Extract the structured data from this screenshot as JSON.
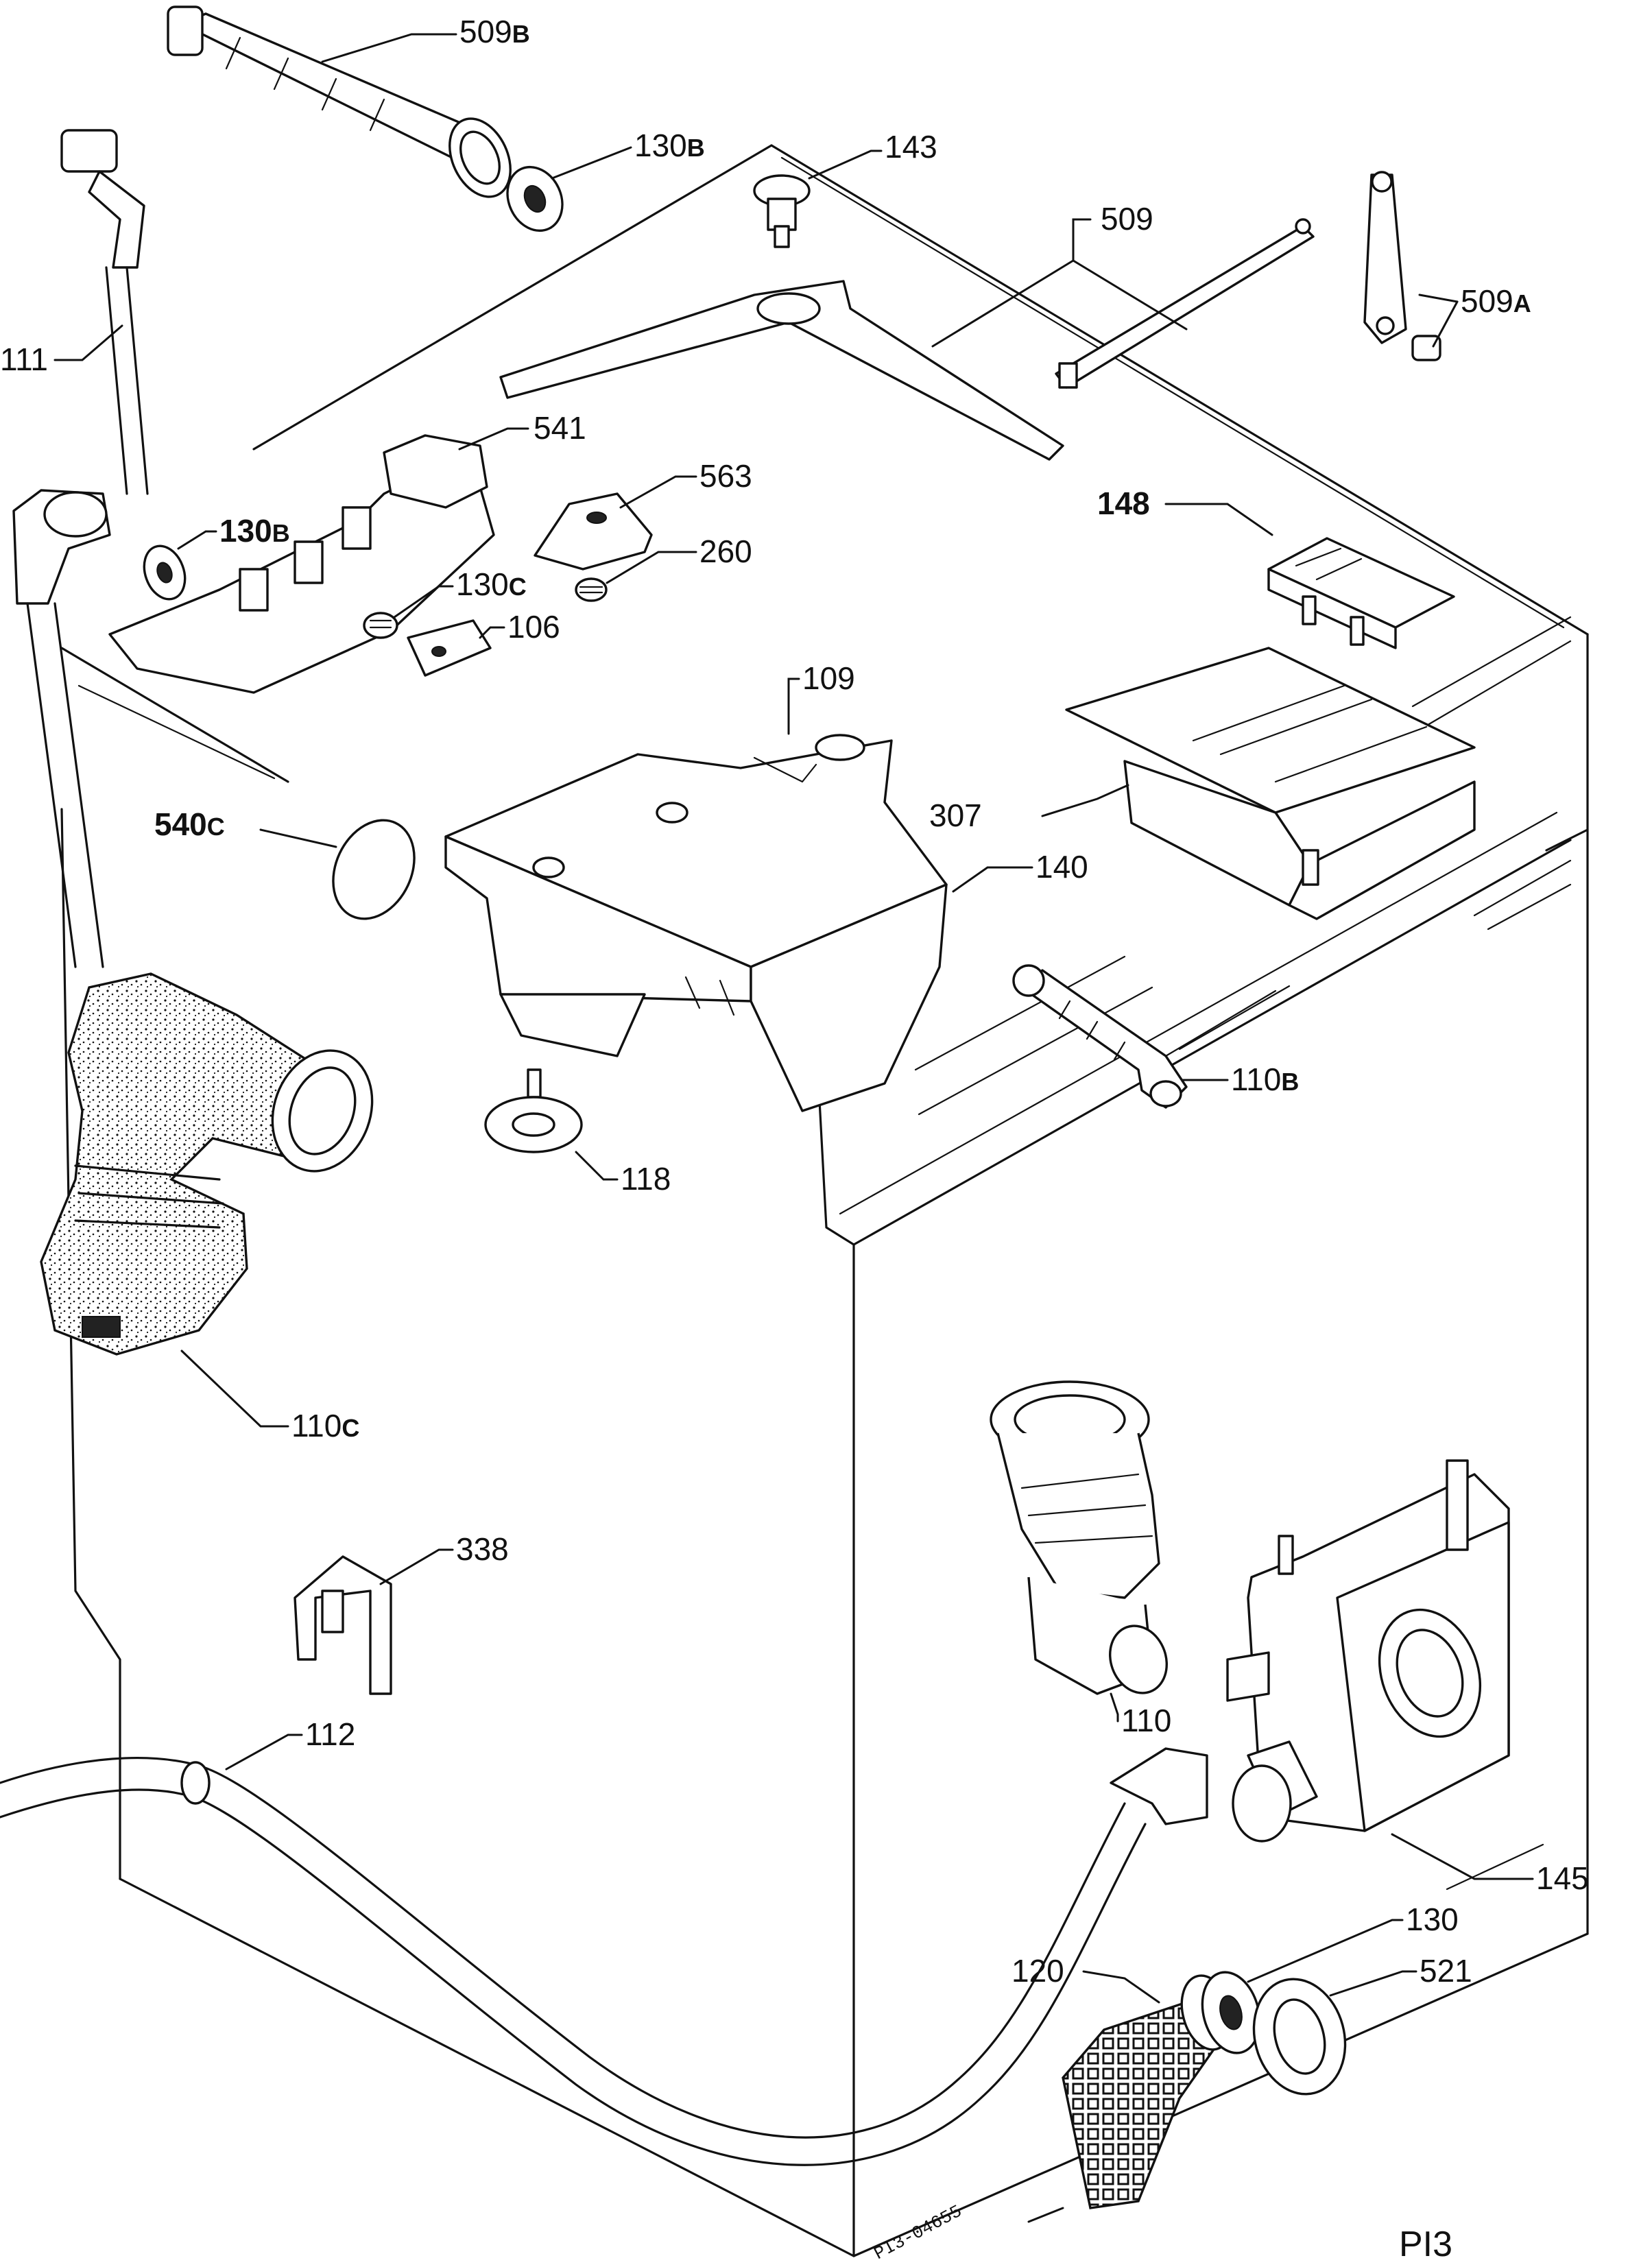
{
  "labels": {
    "l509B": {
      "num": "509",
      "suf": "B"
    },
    "l130B_top": {
      "num": "130",
      "suf": "B"
    },
    "l143": "143",
    "l509": "509",
    "l509A": {
      "num": "509",
      "suf": "A"
    },
    "l111": "111",
    "l541": "541",
    "l563": "563",
    "l130B_mid": {
      "num": "130",
      "suf": "B"
    },
    "l260": "260",
    "l130C": {
      "num": "130",
      "suf": "C"
    },
    "l106": "106",
    "l148": "148",
    "l109": "109",
    "l540C": {
      "num": "540",
      "suf": "C"
    },
    "l307": "307",
    "l140": "140",
    "l110B": {
      "num": "110",
      "suf": "B"
    },
    "l118": "118",
    "l110C": {
      "num": "110",
      "suf": "C"
    },
    "l338": "338",
    "l110": "110",
    "l112": "112",
    "l145": "145",
    "l130": "130",
    "l120": "120",
    "l521": "521"
  },
  "stamp": "PI3-04655",
  "page_id": "PI3"
}
